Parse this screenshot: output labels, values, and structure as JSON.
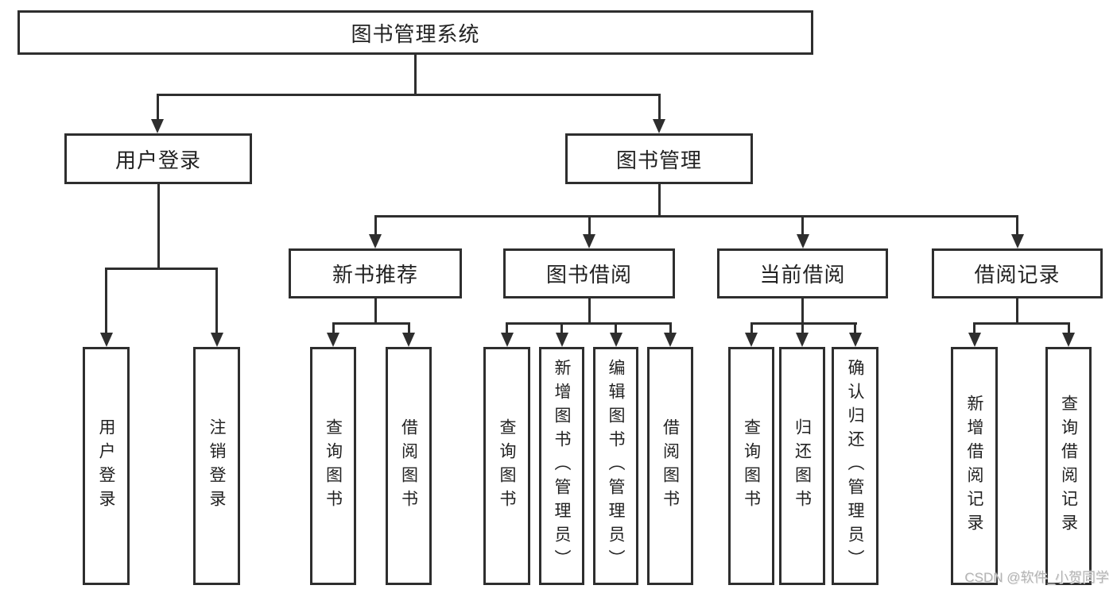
{
  "nodes": {
    "root": "图书管理系统",
    "user_login": "用户登录",
    "book_mgmt": "图书管理",
    "new_book_rec": "新书推荐",
    "book_borrow": "图书借阅",
    "current_borrow": "当前借阅",
    "borrow_record": "借阅记录",
    "login": "用户登录",
    "logout": "注销登录",
    "rec_query": "查询图书",
    "rec_borrow": "借阅图书",
    "bb_query": "查询图书",
    "bb_add": "新增图书（管理员）",
    "bb_edit": "编辑图书（管理员）",
    "bb_borrow": "借阅图书",
    "cb_query": "查询图书",
    "cb_return": "归还图书",
    "cb_confirm": "确认归还（管理员）",
    "br_add": "新增借阅记录",
    "br_query": "查询借阅记录"
  },
  "watermark": "CSDN @软件_小贺同学",
  "colors": {
    "line": "#2e2e2e",
    "text": "#222222",
    "watermark": "#b3b3b3",
    "background": "#ffffff"
  }
}
